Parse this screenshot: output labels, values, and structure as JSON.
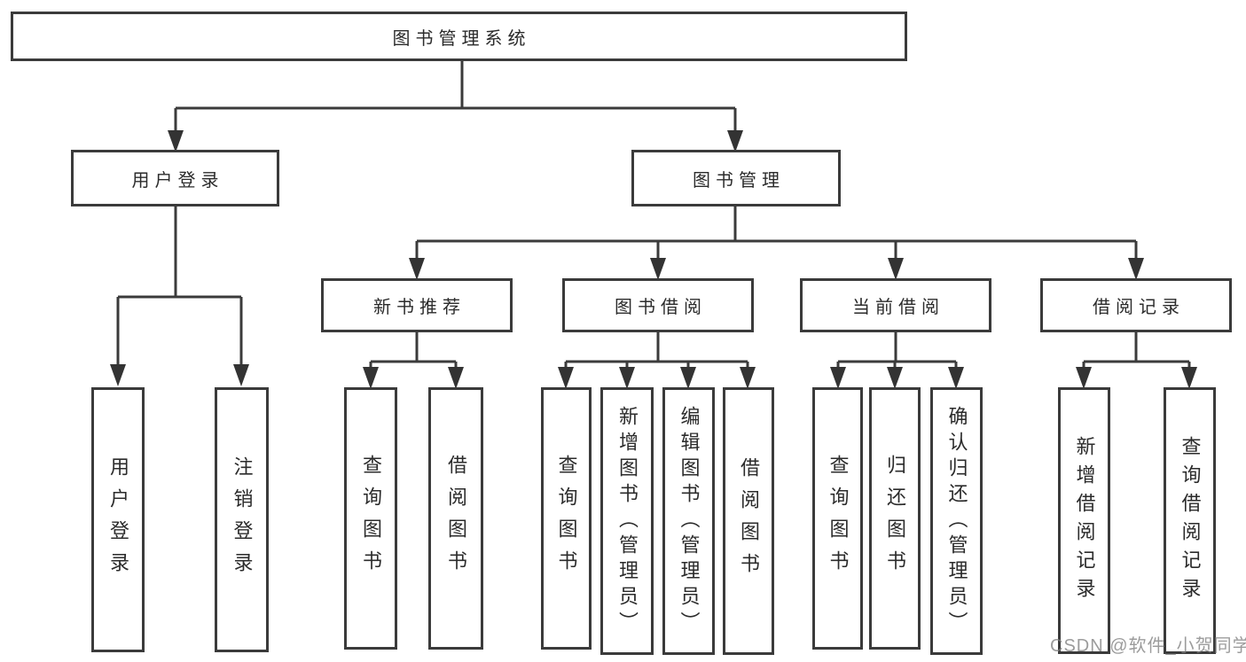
{
  "diagram": {
    "title": "图书管理系统",
    "watermark": "CSDN @软件_小贺同学",
    "colors": {
      "line": "#3b3b3b",
      "box_border": "#3b3b3b",
      "box_background": "#ffffff",
      "text": "#2b2b2b",
      "watermark_text": "#808080"
    },
    "nodes": {
      "root": {
        "label": "图书管理系统"
      },
      "user_login": {
        "label": "用户登录"
      },
      "book_mgmt": {
        "label": "图书管理"
      },
      "new_book_rec": {
        "label": "新书推荐"
      },
      "book_borrow": {
        "label": "图书借阅"
      },
      "current_borrow": {
        "label": "当前借阅"
      },
      "borrow_records": {
        "label": "借阅记录"
      },
      "leaf_user_login": {
        "label": "用户登录"
      },
      "leaf_logout": {
        "label": "注销登录"
      },
      "leaf_rec_query": {
        "label": "查询图书"
      },
      "leaf_rec_borrow": {
        "label": "借阅图书"
      },
      "leaf_bb_query": {
        "label": "查询图书"
      },
      "leaf_bb_add": {
        "label": "新增图书（管理员）"
      },
      "leaf_bb_edit": {
        "label": "编辑图书（管理员）"
      },
      "leaf_bb_borrow": {
        "label": "借阅图书"
      },
      "leaf_cb_query": {
        "label": "查询图书"
      },
      "leaf_cb_return": {
        "label": "归还图书"
      },
      "leaf_cb_confirm": {
        "label": "确认归还（管理员）"
      },
      "leaf_br_add": {
        "label": "新增借阅记录"
      },
      "leaf_br_query": {
        "label": "查询借阅记录"
      }
    },
    "structure": [
      {
        "parent": "图书管理系统",
        "children": [
          "用户登录",
          "图书管理"
        ]
      },
      {
        "parent": "用户登录",
        "children": [
          "用户登录",
          "注销登录"
        ]
      },
      {
        "parent": "图书管理",
        "children": [
          "新书推荐",
          "图书借阅",
          "当前借阅",
          "借阅记录"
        ]
      },
      {
        "parent": "新书推荐",
        "children": [
          "查询图书",
          "借阅图书"
        ]
      },
      {
        "parent": "图书借阅",
        "children": [
          "查询图书",
          "新增图书（管理员）",
          "编辑图书（管理员）",
          "借阅图书"
        ]
      },
      {
        "parent": "当前借阅",
        "children": [
          "查询图书",
          "归还图书",
          "确认归还（管理员）"
        ]
      },
      {
        "parent": "借阅记录",
        "children": [
          "新增借阅记录",
          "查询借阅记录"
        ]
      }
    ]
  }
}
